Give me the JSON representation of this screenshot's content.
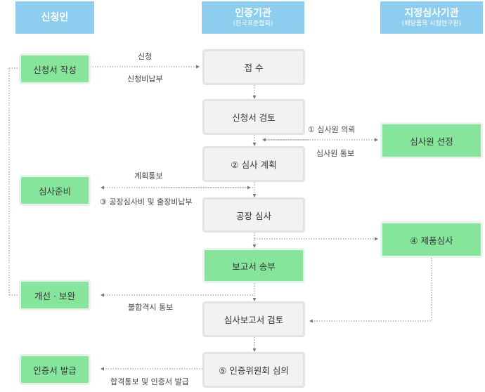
{
  "headers": {
    "applicant": {
      "title": "신청인"
    },
    "cert_body": {
      "title": "인증기관",
      "subtitle": "(한국표준협회)"
    },
    "review_body": {
      "title": "지정심사기관",
      "subtitle": "(해당품목 시험연구원)"
    }
  },
  "left_boxes": {
    "application": "신청서 작성",
    "prep": "심사준비",
    "improve": "개선 · 보완",
    "issue": "인증서 발급"
  },
  "center_boxes": {
    "receipt": "접 수",
    "review": "신청서 검토",
    "plan": "② 심사 계획",
    "factory": "공장 심사",
    "report_send": "보고서 송부",
    "report_review": "심사보고서 검토",
    "committee": "⑤ 인증위원회 심의"
  },
  "right_boxes": {
    "select": "심사원 선정",
    "product": "④ 제품심사"
  },
  "arrow_labels": {
    "apply": "신청",
    "fee": "신청비납부",
    "request": "① 심사원 의뢰",
    "notify": "심사원 통보",
    "plan_notice": "계획통보",
    "fees": "③ 공장심사비 및 출장비납부",
    "noncomply": "불합격시 통보",
    "pass": "합격통보 및 인증서 발급"
  }
}
